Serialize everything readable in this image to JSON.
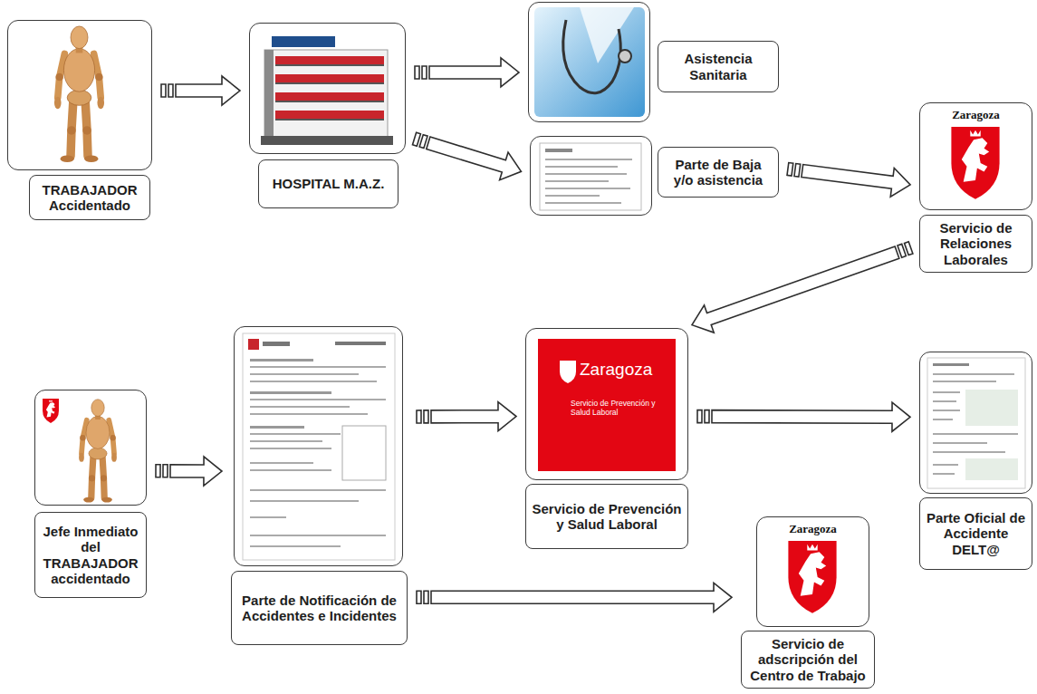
{
  "diagram": {
    "nodes": [
      {
        "text": [
          "TRABAJADOR Accidentado"
        ]
      },
      {
        "text": [
          "HOSPITAL M.A.Z."
        ]
      },
      {
        "text": [
          "Asistencia Sanitaria"
        ]
      },
      {
        "text": [
          "Parte de Baja y/o asistencia"
        ]
      },
      {
        "text": [
          "Zaragoza",
          "Servicio de Relaciones Laborales"
        ]
      },
      {
        "text": [
          "Jefe Inmediato del TRABAJADOR accidentado"
        ]
      },
      {
        "text": [
          "Parte de Notificación de Accidentes e Incidentes"
        ]
      },
      {
        "text": [
          "Zaragoza",
          "Servicio de Prevención y Salud Laboral",
          "Servicio de Prevención y Salud Laboral"
        ]
      },
      {
        "text": [
          "Parte Oficial de Accidente DELT@"
        ]
      },
      {
        "text": [
          "Zaragoza",
          "Servicio de adscripción del Centro de Trabajo"
        ]
      }
    ],
    "edges": [
      {
        "from": 0,
        "to": 1,
        "arrow": "to"
      },
      {
        "from": 1,
        "to": 2,
        "arrow": "to"
      },
      {
        "from": 1,
        "to": 3,
        "arrow": "to"
      },
      {
        "from": 3,
        "to": 4,
        "arrow": "to"
      },
      {
        "from": 4,
        "to": 7,
        "arrow": "to"
      },
      {
        "from": 5,
        "to": 6,
        "arrow": "to"
      },
      {
        "from": 6,
        "to": 7,
        "arrow": "to"
      },
      {
        "from": 7,
        "to": 8,
        "arrow": "to"
      },
      {
        "from": 6,
        "to": 9,
        "arrow": "to"
      }
    ]
  }
}
